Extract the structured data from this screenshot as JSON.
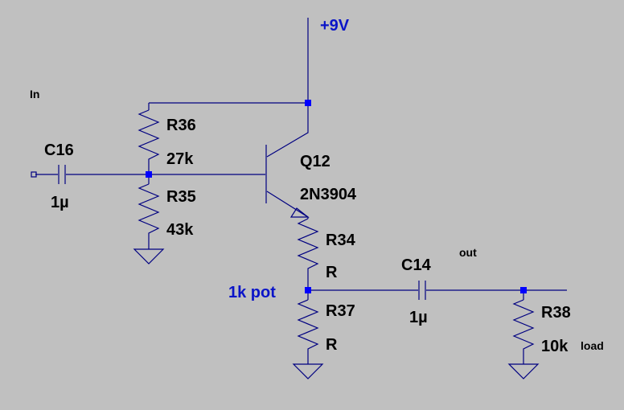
{
  "net_labels": {
    "supply": "+9V",
    "input": "In",
    "output": "out",
    "pot_note": "1k pot",
    "load_note": "load"
  },
  "components": {
    "c16": {
      "ref": "C16",
      "value": "1µ"
    },
    "r36": {
      "ref": "R36",
      "value": "27k"
    },
    "r35": {
      "ref": "R35",
      "value": "43k"
    },
    "q12": {
      "ref": "Q12",
      "value": "2N3904"
    },
    "r34": {
      "ref": "R34",
      "value": "R"
    },
    "r37": {
      "ref": "R37",
      "value": "R"
    },
    "c14": {
      "ref": "C14",
      "value": "1µ"
    },
    "r38": {
      "ref": "R38",
      "value": "10k"
    }
  },
  "colors": {
    "background": "#c0c0c0",
    "wire": "#000080",
    "junction": "#0000ff",
    "label_text": "#000000",
    "net_label_text": "#0a14c8"
  }
}
